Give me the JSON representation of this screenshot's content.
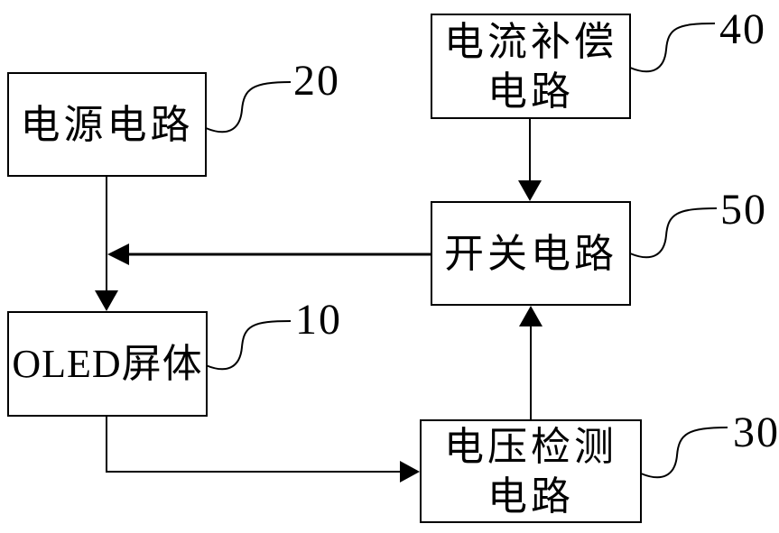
{
  "colors": {
    "background": "#ffffff",
    "line": "#000000",
    "text": "#000000"
  },
  "nodes": {
    "power": {
      "ref": "20",
      "line1": "电源电路"
    },
    "current": {
      "ref": "40",
      "line1": "电流补偿",
      "line2": "电路"
    },
    "switch": {
      "ref": "50",
      "line1": "开关电路"
    },
    "oled": {
      "ref": "10",
      "line1": "OLED屏体"
    },
    "voltage": {
      "ref": "30",
      "line1": "电压检测",
      "line2": "电路"
    }
  },
  "edges": [
    {
      "from": "current-compensation-circuit",
      "to": "switch-circuit",
      "style": "arrow-down"
    },
    {
      "from": "switch-circuit",
      "to": "power-to-oled-line",
      "style": "arrow-left"
    },
    {
      "from": "power-circuit",
      "to": "oled-panel",
      "style": "arrow-down"
    },
    {
      "from": "oled-panel",
      "to": "voltage-detection-circuit",
      "style": "arrow-right"
    },
    {
      "from": "voltage-detection-circuit",
      "to": "switch-circuit",
      "style": "arrow-up"
    }
  ]
}
